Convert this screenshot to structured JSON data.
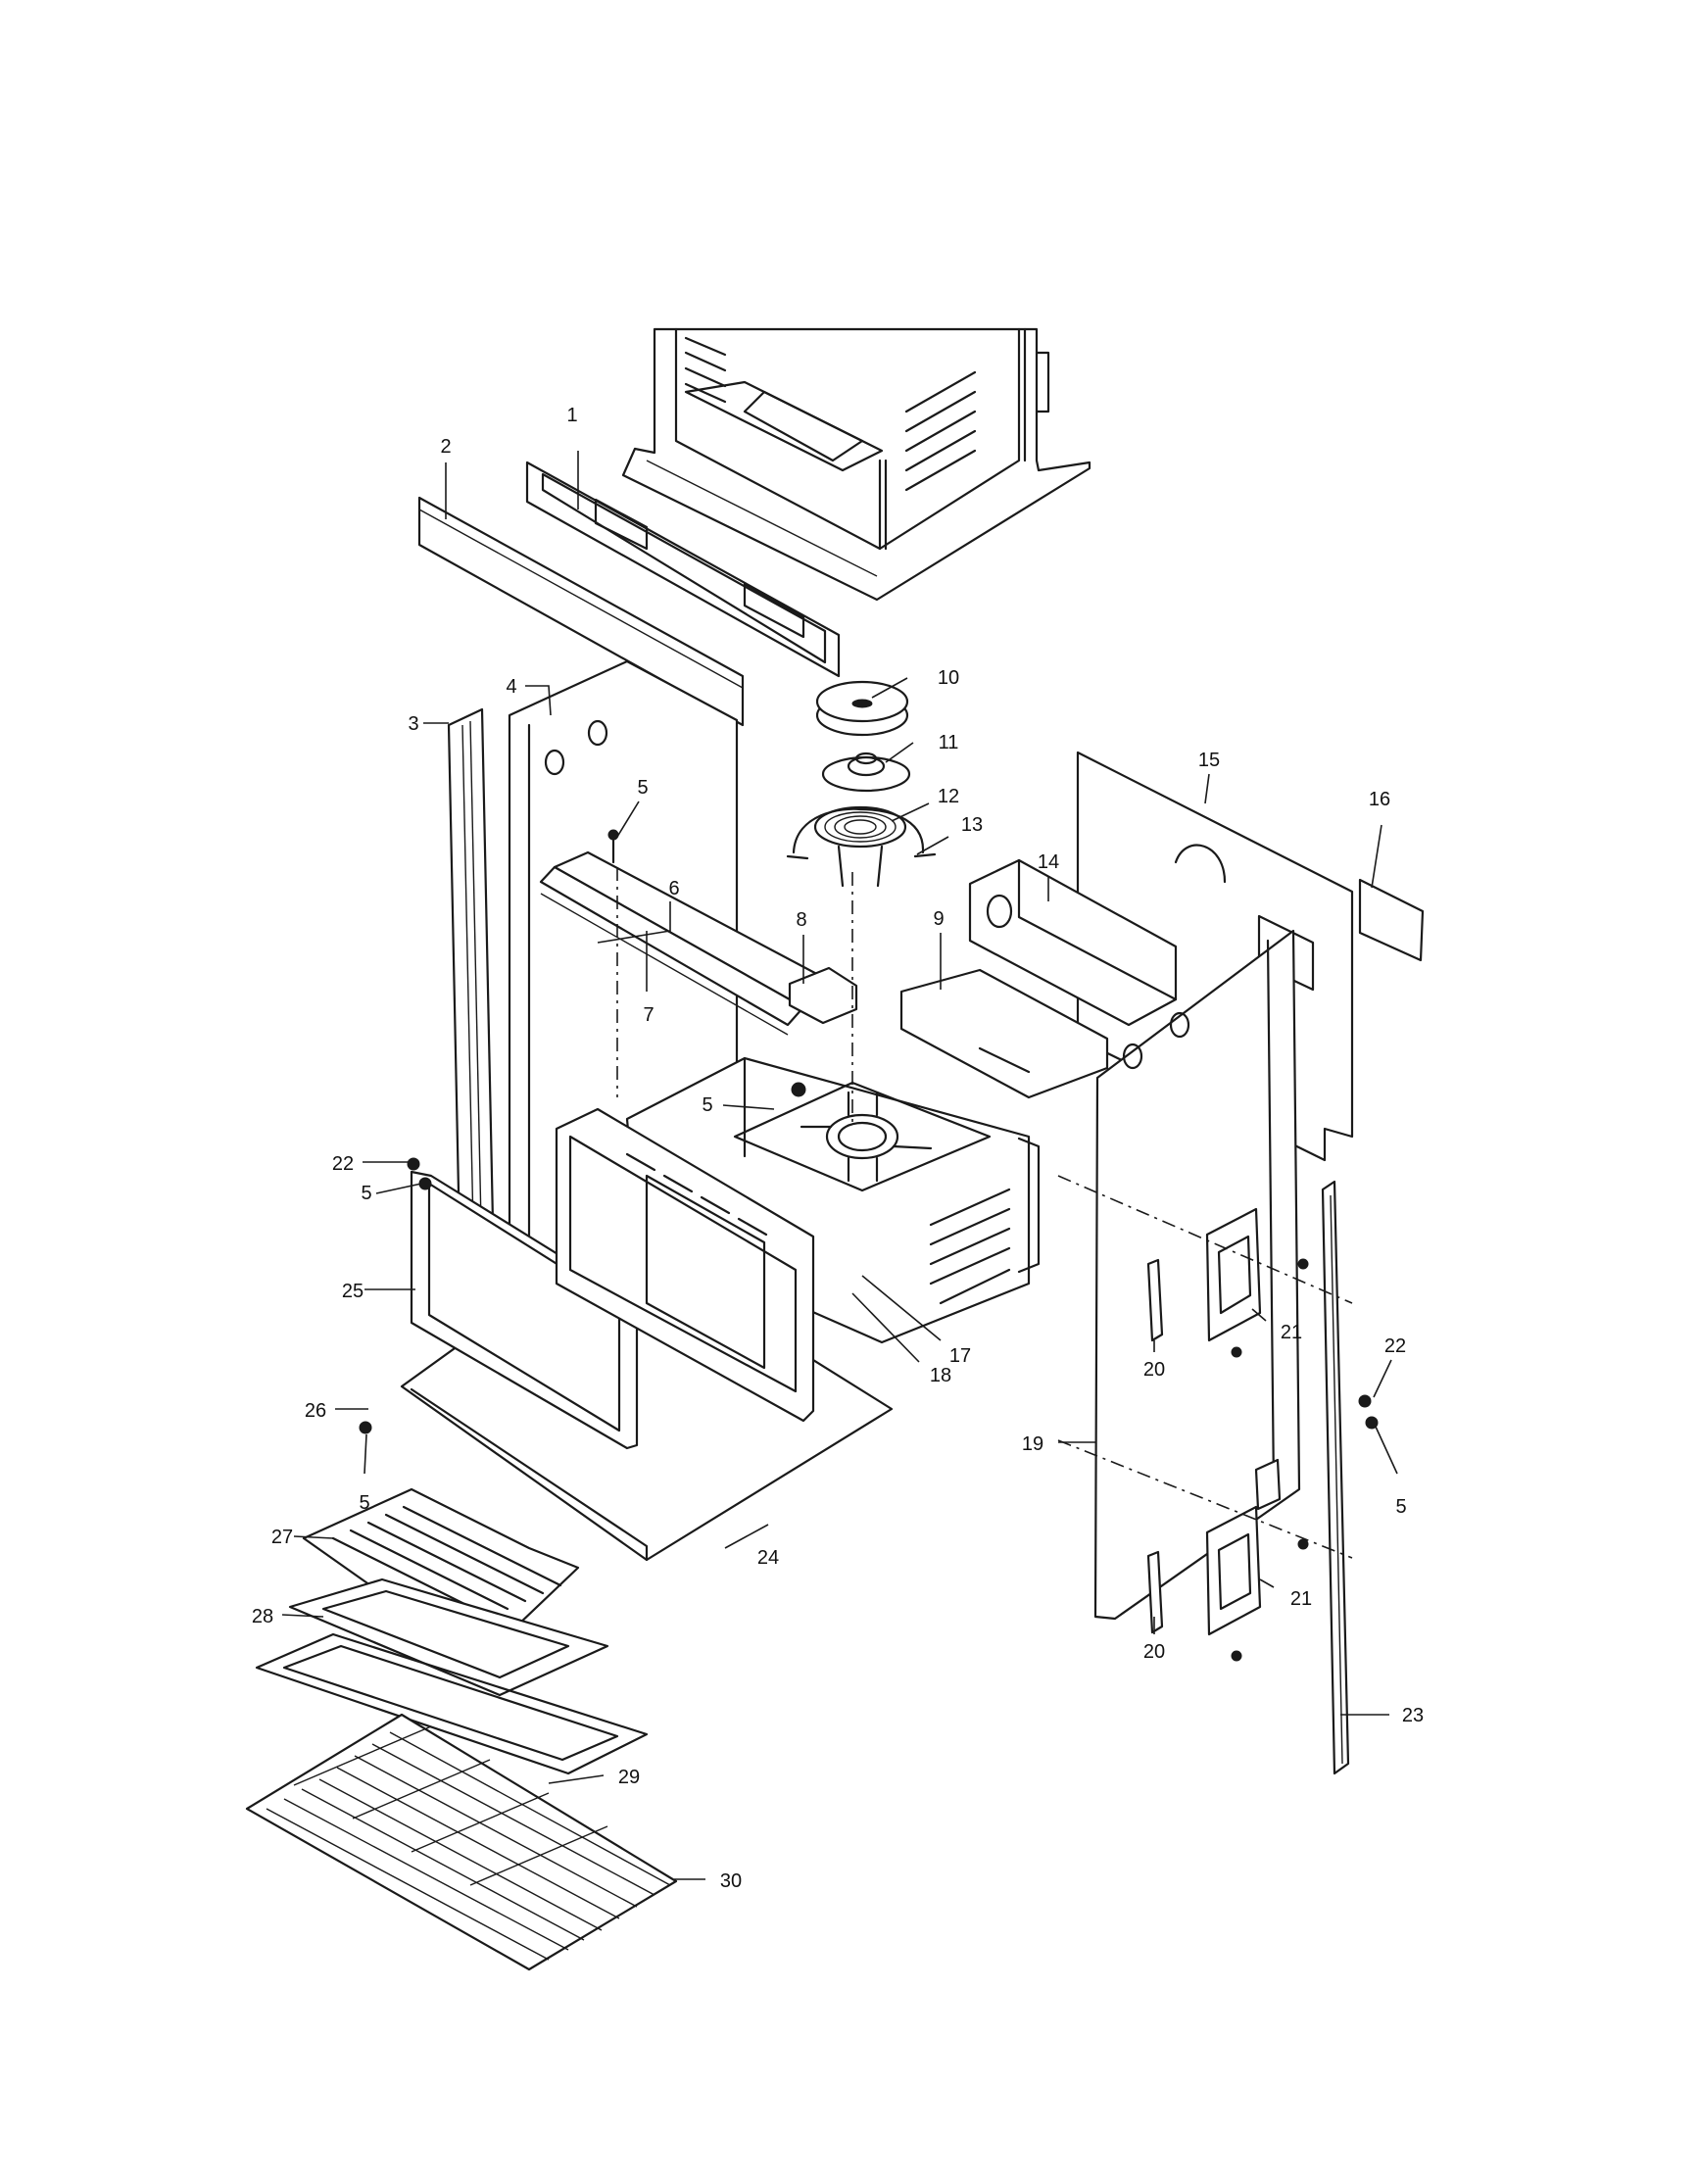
{
  "colors": {
    "line": "#1a1a1a",
    "background": "#ffffff"
  },
  "callouts": [
    {
      "id": "c1",
      "label": "1"
    },
    {
      "id": "c2",
      "label": "2"
    },
    {
      "id": "c3",
      "label": "3"
    },
    {
      "id": "c4",
      "label": "4"
    },
    {
      "id": "c5a",
      "label": "5"
    },
    {
      "id": "c5b",
      "label": "5"
    },
    {
      "id": "c5c",
      "label": "5"
    },
    {
      "id": "c5d",
      "label": "5"
    },
    {
      "id": "c5e",
      "label": "5"
    },
    {
      "id": "c6",
      "label": "6"
    },
    {
      "id": "c7",
      "label": "7"
    },
    {
      "id": "c8",
      "label": "8"
    },
    {
      "id": "c9",
      "label": "9"
    },
    {
      "id": "c10",
      "label": "10"
    },
    {
      "id": "c11",
      "label": "11"
    },
    {
      "id": "c12",
      "label": "12"
    },
    {
      "id": "c13",
      "label": "13"
    },
    {
      "id": "c14",
      "label": "14"
    },
    {
      "id": "c15",
      "label": "15"
    },
    {
      "id": "c16",
      "label": "16"
    },
    {
      "id": "c17",
      "label": "17"
    },
    {
      "id": "c18",
      "label": "18"
    },
    {
      "id": "c19",
      "label": "19"
    },
    {
      "id": "c20a",
      "label": "20"
    },
    {
      "id": "c20b",
      "label": "20"
    },
    {
      "id": "c21a",
      "label": "21"
    },
    {
      "id": "c21b",
      "label": "21"
    },
    {
      "id": "c22a",
      "label": "22"
    },
    {
      "id": "c22b",
      "label": "22"
    },
    {
      "id": "c23",
      "label": "23"
    },
    {
      "id": "c24",
      "label": "24"
    },
    {
      "id": "c25",
      "label": "25"
    },
    {
      "id": "c26",
      "label": "26"
    },
    {
      "id": "c27",
      "label": "27"
    },
    {
      "id": "c28",
      "label": "28"
    },
    {
      "id": "c29",
      "label": "29"
    },
    {
      "id": "c30",
      "label": "30"
    }
  ]
}
